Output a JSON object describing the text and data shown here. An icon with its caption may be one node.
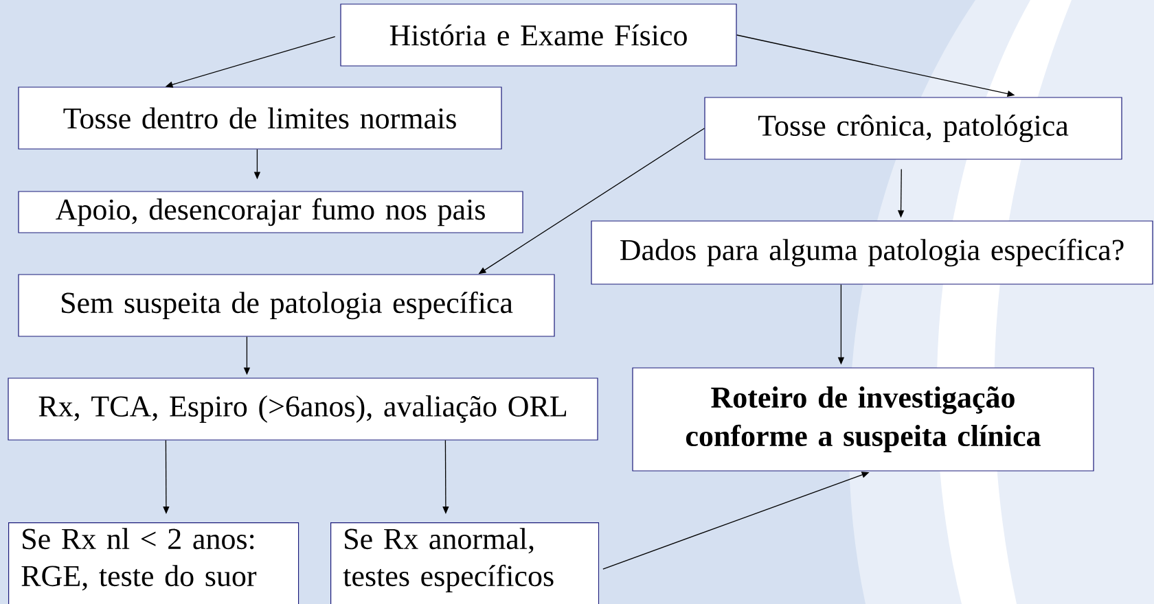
{
  "diagram": {
    "nodes": [
      {
        "text": [
          "História e Exame Físico"
        ]
      },
      {
        "text": [
          "Tosse dentro de limites normais"
        ]
      },
      {
        "text": [
          "Apoio, desencorajar fumo nos pais"
        ]
      },
      {
        "text": [
          "Tosse crônica, patológica"
        ]
      },
      {
        "text": [
          "Dados para alguma patologia específica?"
        ]
      },
      {
        "text": [
          "Sem suspeita de patologia específica"
        ]
      },
      {
        "text": [
          "Rx, TCA, Espiro (>6anos), avaliação ORL"
        ]
      },
      {
        "text": [
          "Roteiro de investigação conforme a suspeita clínica"
        ]
      },
      {
        "text": [
          "Se Rx nl < 2 anos: RGE, teste do suor"
        ]
      },
      {
        "text": [
          "Se Rx anormal, testes específicos"
        ]
      }
    ],
    "edges": [
      {
        "from": 0,
        "to": 1,
        "arrow": "to"
      },
      {
        "from": 0,
        "to": 3,
        "arrow": "to"
      },
      {
        "from": 1,
        "to": 2,
        "arrow": "to"
      },
      {
        "from": 3,
        "to": 5,
        "arrow": "to"
      },
      {
        "from": 3,
        "to": 4,
        "arrow": "to"
      },
      {
        "from": 4,
        "to": 7,
        "arrow": "to"
      },
      {
        "from": 5,
        "to": 6,
        "arrow": "to"
      },
      {
        "from": 6,
        "to": 8,
        "arrow": "to"
      },
      {
        "from": 6,
        "to": 9,
        "arrow": "to"
      },
      {
        "from": 9,
        "to": 7,
        "arrow": "to"
      }
    ]
  }
}
